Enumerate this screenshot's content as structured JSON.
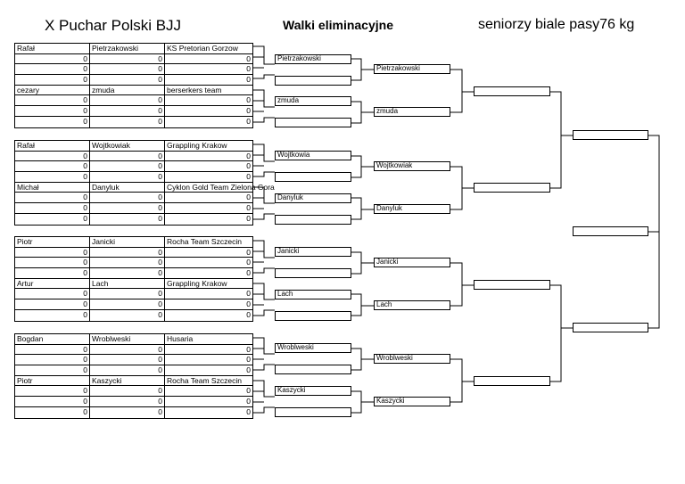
{
  "header": {
    "title_left": "X Puchar Polski BJJ",
    "title_center": "Walki eliminacyjne",
    "title_right": "seniorzy biale pasy76 kg"
  },
  "groups": [
    {
      "fighters": [
        {
          "first": "Rafał",
          "last": "Pietrzakowski",
          "club": "KS Pretorian Gorzow",
          "scores": [
            [
              "0",
              "0",
              "0"
            ],
            [
              "0",
              "0",
              "0"
            ],
            [
              "0",
              "0",
              "0"
            ]
          ]
        },
        {
          "first": "cezary",
          "last": "zmuda",
          "club": "berserkers team",
          "scores": [
            [
              "0",
              "0",
              "0"
            ],
            [
              "0",
              "0",
              "0"
            ],
            [
              "0",
              "0",
              "0"
            ]
          ]
        }
      ]
    },
    {
      "fighters": [
        {
          "first": "Rafał",
          "last": "Wojtkowiak",
          "club": "Grappling Krakow",
          "scores": [
            [
              "0",
              "0",
              "0"
            ],
            [
              "0",
              "0",
              "0"
            ],
            [
              "0",
              "0",
              "0"
            ]
          ]
        },
        {
          "first": "Michał",
          "last": "Danyluk",
          "club": "Cyklon Gold Team Zielona Gora",
          "scores": [
            [
              "0",
              "0",
              "0"
            ],
            [
              "0",
              "0",
              "0"
            ],
            [
              "0",
              "0",
              "0"
            ]
          ]
        }
      ]
    },
    {
      "fighters": [
        {
          "first": "Piotr",
          "last": "Janicki",
          "club": "Rocha Team Szczecin",
          "scores": [
            [
              "0",
              "0",
              "0"
            ],
            [
              "0",
              "0",
              "0"
            ],
            [
              "0",
              "0",
              "0"
            ]
          ]
        },
        {
          "first": "Artur",
          "last": "Lach",
          "club": "Grappling Krakow",
          "scores": [
            [
              "0",
              "0",
              "0"
            ],
            [
              "0",
              "0",
              "0"
            ],
            [
              "0",
              "0",
              "0"
            ]
          ]
        }
      ]
    },
    {
      "fighters": [
        {
          "first": "Bogdan",
          "last": "Wroblweski",
          "club": "Husaria",
          "scores": [
            [
              "0",
              "0",
              "0"
            ],
            [
              "0",
              "0",
              "0"
            ],
            [
              "0",
              "0",
              "0"
            ]
          ]
        },
        {
          "first": "Piotr",
          "last": "Kaszycki",
          "club": "Rocha Team Szczecin",
          "scores": [
            [
              "0",
              "0",
              "0"
            ],
            [
              "0",
              "0",
              "0"
            ],
            [
              "0",
              "0",
              "0"
            ]
          ]
        }
      ]
    }
  ],
  "round1": [
    "Pietrzakowski",
    "",
    "zmuda",
    "",
    "Wojtkowia",
    "",
    "Danyluk",
    "",
    "Janicki",
    "",
    "Lach",
    "",
    "Wroblweski",
    "",
    "Kaszycki",
    ""
  ],
  "round2": [
    "Pietrzakowski",
    "zmuda",
    "Wojtkowiak",
    "Danyluk",
    "Janicki",
    "Lach",
    "Wroblweski",
    "Kaszycki"
  ],
  "round3": [
    "",
    "",
    "",
    ""
  ],
  "round4": [
    "",
    "",
    ""
  ]
}
